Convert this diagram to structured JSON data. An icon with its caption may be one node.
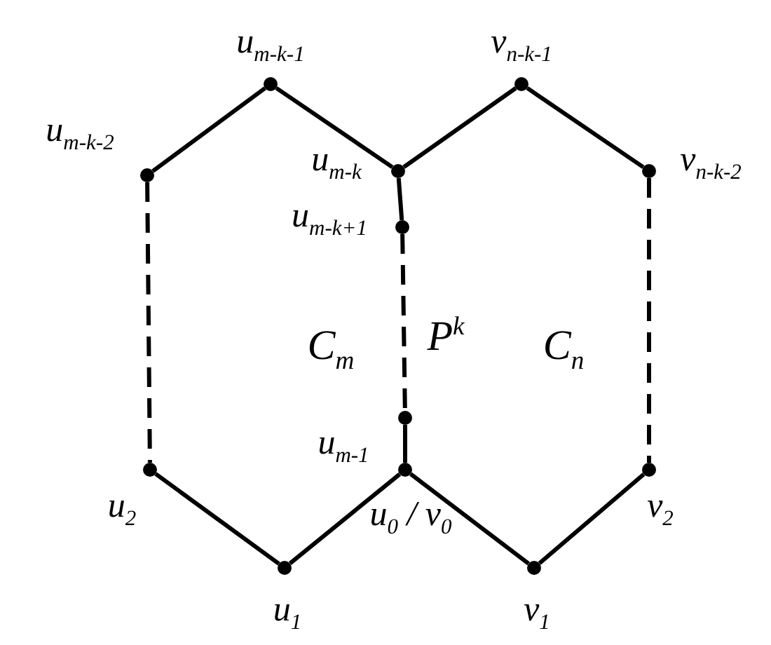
{
  "diagram": {
    "nodes": [
      {
        "text": [
          "u$_{m-k-1}$"
        ]
      },
      {
        "text": [
          "v$_{n-k-1}$"
        ]
      },
      {
        "text": [
          "u$_{m-k-2}$"
        ]
      },
      {
        "text": [
          "u$_{m-k}$"
        ]
      },
      {
        "text": [
          "v$_{n-k-2}$"
        ]
      },
      {
        "text": [
          "u$_{m-k+1}$"
        ]
      },
      {
        "text": [
          "u$_{m-1}$"
        ]
      },
      {
        "text": [
          "u$_{2}$"
        ]
      },
      {
        "text": [
          "u$_{0}$ / v$_{0}$"
        ]
      },
      {
        "text": [
          "v$_{2}$"
        ]
      },
      {
        "text": [
          "u$_{1}$"
        ]
      },
      {
        "text": [
          "v$_{1}$"
        ]
      }
    ],
    "edges": [
      {
        "from": 2,
        "to": 0,
        "arrow": "none"
      },
      {
        "from": 0,
        "to": 3,
        "arrow": "none"
      },
      {
        "from": 3,
        "to": 1,
        "arrow": "none"
      },
      {
        "from": 1,
        "to": 4,
        "arrow": "none"
      },
      {
        "from": 2,
        "to": 7,
        "arrow": "none",
        "style": "dashed"
      },
      {
        "from": 4,
        "to": 9,
        "arrow": "none",
        "style": "dashed"
      },
      {
        "from": 3,
        "to": 5,
        "arrow": "none"
      },
      {
        "from": 5,
        "to": 6,
        "arrow": "none",
        "style": "dashed"
      },
      {
        "from": 6,
        "to": 8,
        "arrow": "none"
      },
      {
        "from": 7,
        "to": 10,
        "arrow": "none"
      },
      {
        "from": 10,
        "to": 8,
        "arrow": "none"
      },
      {
        "from": 8,
        "to": 11,
        "arrow": "none"
      },
      {
        "from": 11,
        "to": 9,
        "arrow": "none"
      }
    ],
    "labels": [
      "C$_{m}$",
      "P$^{k}$",
      "C$_{n}$"
    ]
  }
}
